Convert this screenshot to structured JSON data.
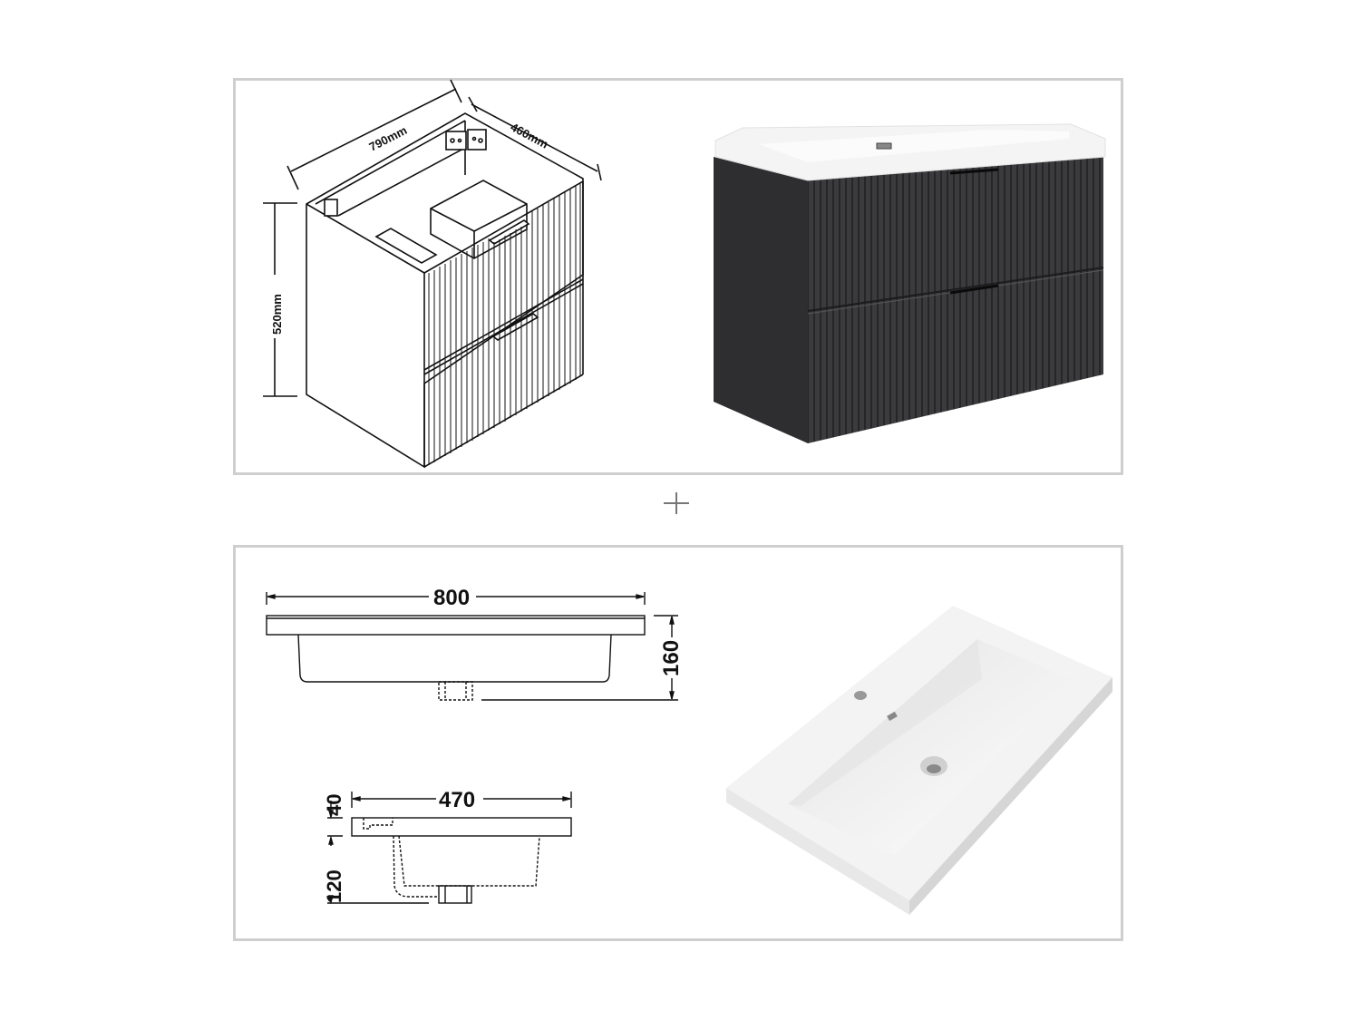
{
  "cabinet": {
    "width_label": "790mm",
    "depth_label": "460mm",
    "height_label": "520mm",
    "colors": {
      "body": "#3a3a3c",
      "body_dark": "#2b2b2d",
      "groove": "#252527",
      "top": "#f4f4f4",
      "handle": "#111111"
    }
  },
  "separator": {
    "symbol": "+"
  },
  "basin": {
    "front_view": {
      "width_label": "800",
      "height_label": "160"
    },
    "side_view": {
      "depth_label": "470",
      "rim_label": "40",
      "bowl_label": "120"
    },
    "colors": {
      "surface": "#f2f2f2",
      "shadow": "#d9d9d9",
      "edge": "#e6e6e6"
    }
  },
  "panel_border_color": "#cfcfcf"
}
